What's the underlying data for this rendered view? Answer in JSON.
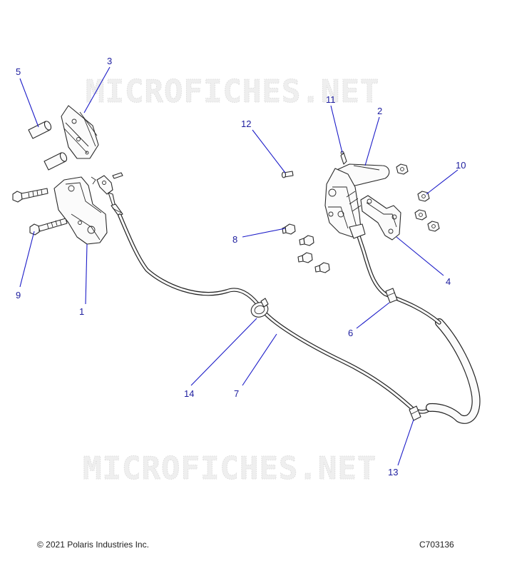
{
  "watermark": {
    "top": "MICROFICHES.NET",
    "bottom": "MICROFICHES.NET"
  },
  "callouts": {
    "c1": "1",
    "c2": "2",
    "c3": "3",
    "c4": "4",
    "c5": "5",
    "c6": "6",
    "c7": "7",
    "c8": "8",
    "c9": "9",
    "c10": "10",
    "c11": "11",
    "c12": "12",
    "c13": "13",
    "c14": "14"
  },
  "footer": {
    "copyright": "© 2021 Polaris Industries Inc.",
    "drawing_id": "C703136"
  },
  "colors": {
    "callout_text": "#1c1c9e",
    "leader_line": "#1c1cc8",
    "linework": "#2a2a2a",
    "watermark": "#dcdcdc"
  }
}
